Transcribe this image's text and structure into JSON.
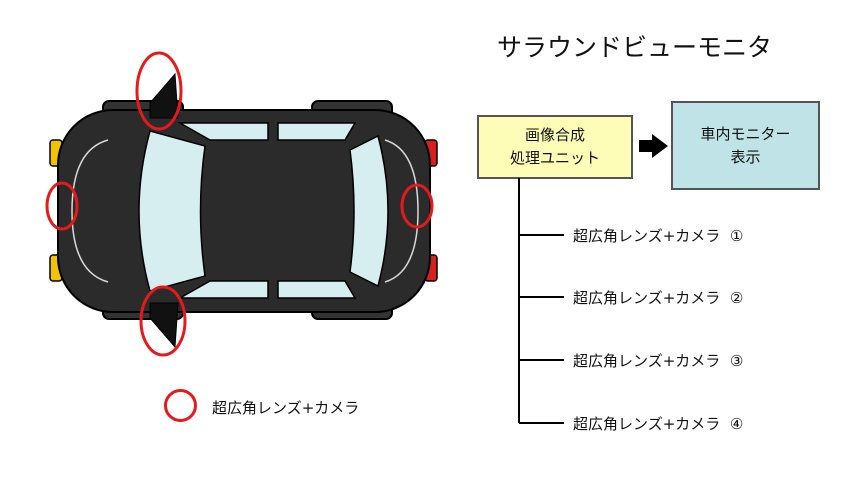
{
  "title": "サラウンドビューモニタ",
  "processing_unit": {
    "label": "画像合成\n処理ユニット"
  },
  "monitor": {
    "label": "車内モニター\n表示"
  },
  "cameras": [
    {
      "label": "超広角レンズ+カメラ",
      "number": "①"
    },
    {
      "label": "超広角レンズ+カメラ",
      "number": "②"
    },
    {
      "label": "超広角レンズ+カメラ",
      "number": "③"
    },
    {
      "label": "超広角レンズ+カメラ",
      "number": "④"
    }
  ],
  "legend": {
    "label": "超広角レンズ+カメラ"
  },
  "colors": {
    "marker_red": "#e41a1c",
    "processing_fill": "#fdfdb8",
    "monitor_fill": "#bfe3e6",
    "car_body": "#2b2b2b",
    "glass": "#d7eef0"
  }
}
